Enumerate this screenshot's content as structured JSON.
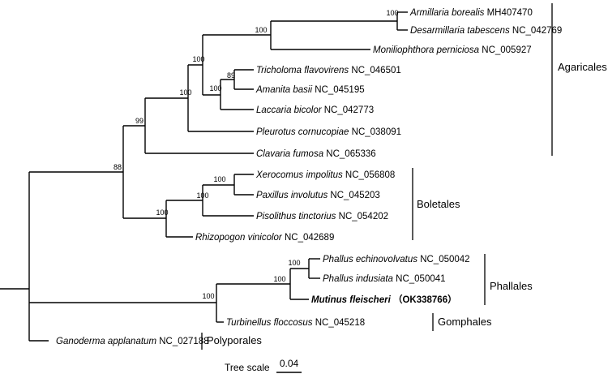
{
  "tree": {
    "leaves": [
      {
        "id": "armillaria",
        "genus_species": "Armillaria borealis",
        "accession": "MH407470",
        "bold": false
      },
      {
        "id": "desarmillaria",
        "genus_species": "Desarmillaria tabescens",
        "accession": "NC_042769",
        "bold": false
      },
      {
        "id": "moniliophthora",
        "genus_species": "Moniliophthora perniciosa",
        "accession": "NC_005927",
        "bold": false
      },
      {
        "id": "tricholoma",
        "genus_species": "Tricholoma flavovirens",
        "accession": "NC_046501",
        "bold": false
      },
      {
        "id": "amanita",
        "genus_species": "Amanita basii",
        "accession": "NC_045195",
        "bold": false
      },
      {
        "id": "laccaria",
        "genus_species": "Laccaria bicolor",
        "accession": "NC_042773",
        "bold": false
      },
      {
        "id": "pleurotus",
        "genus_species": "Pleurotus cornucopiae",
        "accession": "NC_038091",
        "bold": false
      },
      {
        "id": "clavaria",
        "genus_species": "Clavaria fumosa",
        "accession": "NC_065336",
        "bold": false
      },
      {
        "id": "xerocomus",
        "genus_species": "Xerocomus impolitus",
        "accession": "NC_056808",
        "bold": false
      },
      {
        "id": "paxillus",
        "genus_species": "Paxillus involutus",
        "accession": "NC_045203",
        "bold": false
      },
      {
        "id": "pisolithus",
        "genus_species": "Pisolithus tinctorius",
        "accession": "NC_054202",
        "bold": false
      },
      {
        "id": "rhizopogon",
        "genus_species": "Rhizopogon vinicolor",
        "accession": "NC_042689",
        "bold": false
      },
      {
        "id": "phallus-ech",
        "genus_species": "Phallus echinovolvatus",
        "accession": "NC_050042",
        "bold": false
      },
      {
        "id": "phallus-ind",
        "genus_species": "Phallus indusiata",
        "accession": "NC_050041",
        "bold": false
      },
      {
        "id": "mutinus",
        "genus_species": "Mutinus fleischeri",
        "accession": "（OK338766）",
        "bold": true
      },
      {
        "id": "turbinellus",
        "genus_species": "Turbinellus floccosus",
        "accession": "NC_045218",
        "bold": false
      },
      {
        "id": "ganoderma",
        "genus_species": "Ganoderma applanatum",
        "accession": "NC_027188",
        "bold": false
      }
    ],
    "support_values": [
      "100",
      "100",
      "100",
      "89",
      "100",
      "100",
      "99",
      "88",
      "100",
      "100",
      "100",
      "100",
      "100",
      "100"
    ],
    "clades": [
      "Agaricales",
      "Boletales",
      "Phallales",
      "Gomphales",
      "Polyporales"
    ],
    "scale": {
      "label": "Tree scale",
      "value": "0.04"
    }
  }
}
